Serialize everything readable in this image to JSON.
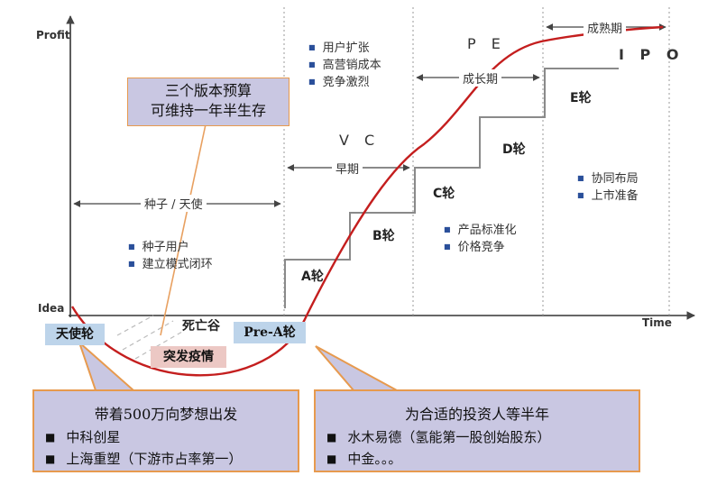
{
  "axes": {
    "y_label": "Profit",
    "x_label": "Time",
    "origin_label": "Idea"
  },
  "phases": {
    "seed": "种子 / 天使",
    "early": "早期",
    "growth": "成长期",
    "mature": "成熟期"
  },
  "stage_letters": {
    "vc": "V C",
    "pe": "P E",
    "ipo": "I P O"
  },
  "valley_label": "死亡谷",
  "rounds": [
    "A轮",
    "B轮",
    "C轮",
    "D轮",
    "E轮"
  ],
  "bullets": {
    "seed": [
      "种子用户",
      "建立模式闭环"
    ],
    "vc": [
      "用户扩张",
      "高营销成本",
      "竞争激烈"
    ],
    "growth": [
      "产品标准化",
      "价格竞争"
    ],
    "mature": [
      "协同布局",
      "上市准备"
    ]
  },
  "tags": {
    "angel": "天使轮",
    "pre_a": "Pre-A轮",
    "epidemic": "突发疫情"
  },
  "callouts": {
    "budget": {
      "line1": "三个版本预算",
      "line2": "可维持一年半生存"
    },
    "start": {
      "title": "带着500万向梦想出发",
      "items": [
        "中科创星",
        "上海重塑（下游市占率第一）"
      ]
    },
    "investor": {
      "title": "为合适的投资人等半年",
      "items": [
        "水木易德（氢能第一股创始股东）",
        "中金。。。"
      ]
    }
  },
  "colors": {
    "curve": "#c41e1e",
    "steps": "#8a8a8a",
    "callout_fill": "#c9c7e2",
    "callout_border": "#e79a4e",
    "tag_fill": "#bdd4ea",
    "epidemic_fill": "#ecc8c4",
    "bullet": "#2a4f9a"
  }
}
